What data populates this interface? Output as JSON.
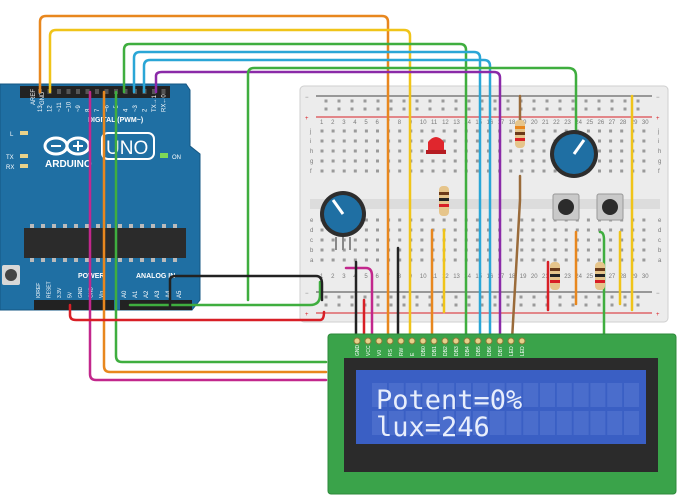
{
  "arduino": {
    "aref": "AREF",
    "gnd": "GND",
    "digital_pins": [
      "13",
      "12",
      "~11",
      "~10",
      "~9",
      "8",
      "7",
      "~6",
      "~5",
      "4",
      "~3",
      "2",
      "TX→1",
      "RX←0"
    ],
    "digital_label": "DIGITAL (PWM~)",
    "brand": "ARDUINO",
    "model": "UNO",
    "on_label": "ON",
    "led_l": "L",
    "led_tx": "TX",
    "led_rx": "RX",
    "power_label": "POWER",
    "analog_label": "ANALOG IN",
    "power_pins": [
      "IOREF",
      "RESET",
      "3.3V",
      "5V",
      "GND",
      "GND",
      "Vin"
    ],
    "analog_pins": [
      "A0",
      "A1",
      "A2",
      "A3",
      "A4",
      "A5"
    ]
  },
  "breadboard": {
    "plus": "+",
    "minus": "−",
    "row_letters_top": [
      "j",
      "i",
      "h",
      "g",
      "f"
    ],
    "row_letters_bottom": [
      "e",
      "d",
      "c",
      "b",
      "a"
    ],
    "column_numbers": [
      "1",
      "2",
      "3",
      "4",
      "5",
      "6",
      "7",
      "8",
      "9",
      "10",
      "11",
      "12",
      "13",
      "14",
      "15",
      "16",
      "17",
      "18",
      "19",
      "20",
      "21",
      "22",
      "23",
      "24",
      "25",
      "26",
      "27",
      "28",
      "29",
      "30"
    ]
  },
  "lcd": {
    "pins": [
      "GND",
      "VCC",
      "V0",
      "RS",
      "RW",
      "E",
      "DB0",
      "DB1",
      "DB2",
      "DB3",
      "DB4",
      "DB5",
      "DB6",
      "DB7",
      "LED",
      "LED"
    ],
    "line1": "Potent=0%",
    "line2": "lux=246"
  },
  "colors": {
    "arduino_blue": "#1f6fa3",
    "lcd_green": "#3aa34a",
    "lcd_screen": "#3a5fc4",
    "wire_orange": "#e8871e",
    "wire_yellow": "#f0c419",
    "wire_green": "#3fae3f",
    "wire_blue": "#2aa6d6",
    "wire_purple": "#8a2aa8",
    "wire_magenta": "#c2278c",
    "wire_red": "#d81f26",
    "wire_black": "#222222",
    "wire_brown": "#9a6b3a"
  }
}
